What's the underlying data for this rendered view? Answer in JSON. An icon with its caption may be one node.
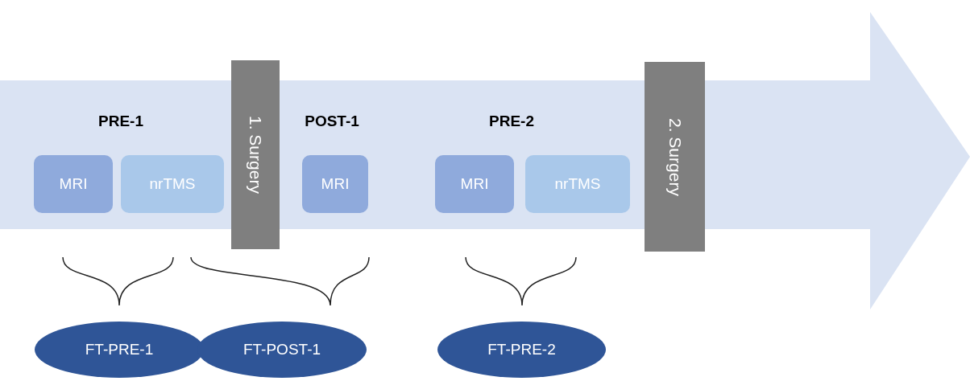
{
  "diagram": {
    "nodes": [
      {
        "text": [
          "MRI"
        ]
      },
      {
        "text": [
          "nrTMS"
        ]
      },
      {
        "text": [
          "1. Surgery"
        ]
      },
      {
        "text": [
          "MRI"
        ]
      },
      {
        "text": [
          "MRI"
        ]
      },
      {
        "text": [
          "nrTMS"
        ]
      },
      {
        "text": [
          "2. Surgery"
        ]
      },
      {
        "text": [
          "FT-PRE-1"
        ]
      },
      {
        "text": [
          "FT-POST-1"
        ]
      },
      {
        "text": [
          "FT-PRE-2"
        ]
      }
    ],
    "labels": [
      "PRE-1",
      "POST-1",
      "PRE-2"
    ]
  }
}
